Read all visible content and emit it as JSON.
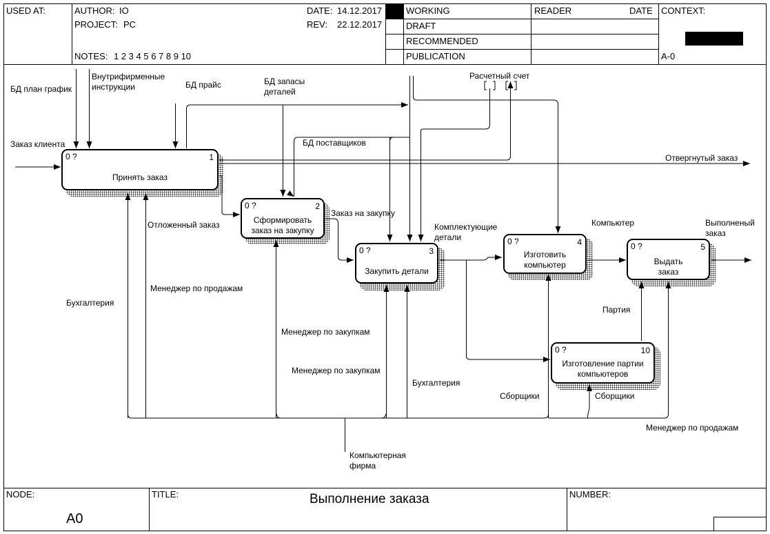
{
  "header": {
    "used_at_label": "USED AT:",
    "author_label": "AUTHOR:",
    "author": "IO",
    "project_label": "PROJECT:",
    "project": "PC",
    "date_label": "DATE:",
    "date": "14.12.2017",
    "rev_label": "REV:",
    "rev": "22.12.2017",
    "notes_label": "NOTES:",
    "notes": "1  2  3  4  5  6  7  8  9  10",
    "status": [
      "WORKING",
      "DRAFT",
      "RECOMMENDED",
      "PUBLICATION"
    ],
    "reader_label": "READER",
    "reader_date_label": "DATE",
    "context_label": "CONTEXT:",
    "context_node": "A-0"
  },
  "activities": [
    {
      "num": "1",
      "cost": "0 ?",
      "name": "Принять заказ"
    },
    {
      "num": "2",
      "cost": "0 ?",
      "name": "Сформировать\nзаказ на закупку"
    },
    {
      "num": "3",
      "cost": "0 ?",
      "name": "Закупить детали"
    },
    {
      "num": "4",
      "cost": "0 ?",
      "name": "Изготовить\nкомпьютер"
    },
    {
      "num": "5",
      "cost": "0 ?",
      "name": "Выдать\nзаказ"
    },
    {
      "num": "10",
      "cost": "0 ?",
      "name": "Изготовление партии\nкомпьютеров"
    }
  ],
  "arrows": {
    "bd_plan": "БД план график",
    "instructions": "Внутрифирменные\nинструкции",
    "bd_price": "БД прайс",
    "bd_stock": "БД запасы\nдеталей",
    "account": "Расчетный счет",
    "bd_suppliers": "БД поставщиков",
    "client_order": "Заказ клиента",
    "rejected": "Отвергнутый заказ",
    "postponed": "Отложенный заказ",
    "purchase_order": "Заказ на закупку",
    "components": "Комплектующие\nдетали",
    "computer": "Компьютер",
    "done_order": "Выполненый\nзаказ",
    "batch": "Партия",
    "accounting_1": "Бухгалтерия",
    "sales_mgr_1": "Менеджер по продажам",
    "purchase_mgr_1": "Менеджер по закупкам",
    "purchase_mgr_2": "Менеджер по закупкам",
    "accounting_2": "Бухгалтерия",
    "assemblers_1": "Сборщики",
    "assemblers_2": "Сборщики",
    "sales_mgr_2": "Менеджер по продажам",
    "firm": "Компьютерная\nфирма"
  },
  "footer": {
    "node_label": "NODE:",
    "node": "A0",
    "title_label": "TITLE:",
    "title": "Выполнение заказа",
    "number_label": "NUMBER:"
  }
}
